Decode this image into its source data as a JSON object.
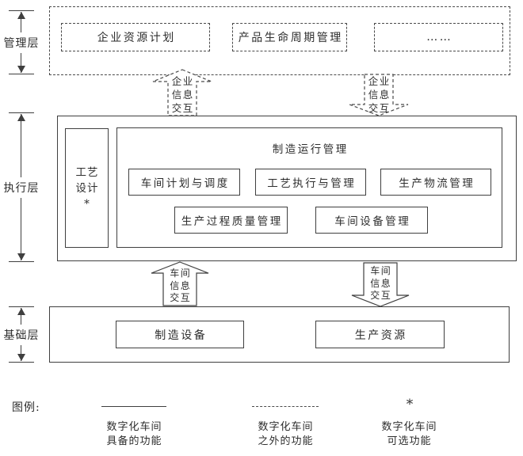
{
  "colors": {
    "line": "#3f3f3f",
    "dashed_line": "#4a4a4a",
    "text": "#2e2e2e",
    "background": "#ffffff"
  },
  "rails": {
    "management": {
      "label": "管理层"
    },
    "execution": {
      "label": "执行层"
    },
    "foundation": {
      "label": "基础层"
    }
  },
  "top_zone": {
    "boxes": [
      {
        "label": "企业资源计划"
      },
      {
        "label": "产品生命周期管理"
      },
      {
        "label": "……"
      }
    ]
  },
  "enterprise_arrows": {
    "up": {
      "lines": [
        "企业",
        "信息",
        "交互"
      ]
    },
    "down": {
      "lines": [
        "企业",
        "信息",
        "交互"
      ]
    }
  },
  "execution_zone": {
    "process_design": {
      "lines": [
        "工艺",
        "设计",
        "*"
      ]
    },
    "mom": {
      "title": "制造运行管理",
      "row1": [
        {
          "label": "车间计划与调度"
        },
        {
          "label": "工艺执行与管理"
        },
        {
          "label": "生产物流管理"
        }
      ],
      "row2": [
        {
          "label": "生产过程质量管理"
        },
        {
          "label": "车间设备管理"
        }
      ]
    }
  },
  "workshop_arrows": {
    "up": {
      "lines": [
        "车间",
        "信息",
        "交互"
      ]
    },
    "down": {
      "lines": [
        "车间",
        "信息",
        "交互"
      ]
    }
  },
  "foundation_zone": {
    "boxes": [
      {
        "label": "制造设备"
      },
      {
        "label": "生产资源"
      }
    ]
  },
  "legend": {
    "title": "图例:",
    "items": [
      {
        "symbol": "solid-line",
        "caption": [
          "数字化车间",
          "具备的功能"
        ]
      },
      {
        "symbol": "dashed-line",
        "caption": [
          "数字化车间",
          "之外的功能"
        ]
      },
      {
        "symbol": "asterisk",
        "mark": "*",
        "caption": [
          "数字化车间",
          "可选功能"
        ]
      }
    ]
  }
}
